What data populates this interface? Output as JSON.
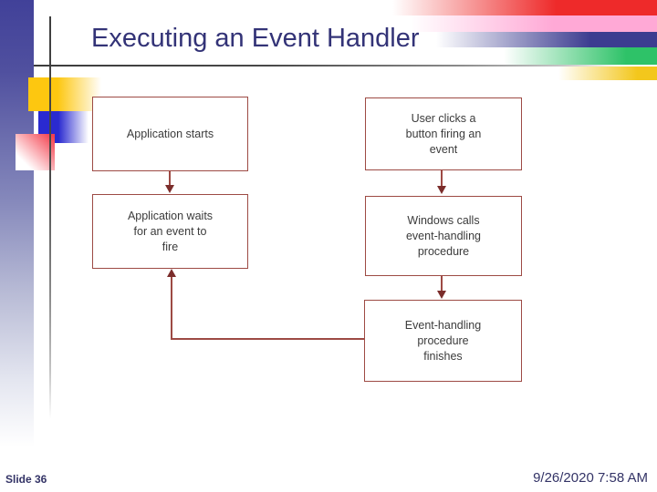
{
  "slide": {
    "title": "Executing an Event Handler",
    "footer": {
      "slide_label": "Slide 36",
      "datetime": "9/26/2020 7:58 AM"
    }
  },
  "diagram": {
    "boxes": [
      {
        "id": "app-starts",
        "label": "Application starts"
      },
      {
        "id": "app-waits",
        "label": "Application waits\nfor an event to\nfire"
      },
      {
        "id": "user-clicks",
        "label": "User clicks a\nbutton firing an\nevent"
      },
      {
        "id": "windows-calls",
        "label": "Windows calls\nevent-handling\nprocedure"
      },
      {
        "id": "event-finishes",
        "label": "Event-handling\nprocedure\nfinishes"
      }
    ],
    "connections": [
      {
        "from": "Application starts",
        "to": "Application waits for an event to fire"
      },
      {
        "from": "User clicks a button firing an event",
        "to": "Windows calls event-handling procedure"
      },
      {
        "from": "Windows calls event-handling procedure",
        "to": "Event-handling procedure finishes"
      },
      {
        "from": "Event-handling procedure finishes",
        "to": "Application waits for an event to fire"
      }
    ]
  },
  "colors": {
    "title_text": "#333377",
    "footer_text": "#333366",
    "box_border": "#9d4a44",
    "box_text": "#3b3b3b",
    "arrow_head": "#7b2d2b",
    "band_red": "#ee2a2a",
    "band_pink": "#ffa9d6",
    "band_navy": "#3c3c90",
    "band_green": "#2ec268",
    "band_yellow": "#f3c71c",
    "accent_yellow": "#fdc710",
    "accent_blue": "#2a2ad0",
    "accent_red": "#f4404e"
  }
}
